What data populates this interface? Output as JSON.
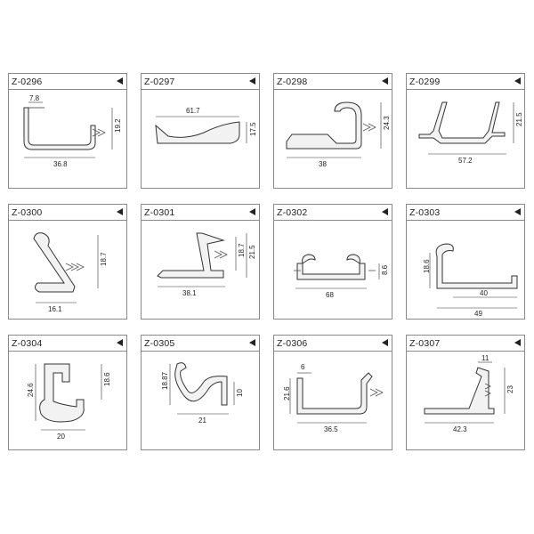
{
  "profiles": [
    {
      "code": "Z-0296",
      "dims": [
        "7.8",
        "19.2",
        "36.8"
      ]
    },
    {
      "code": "Z-0297",
      "dims": [
        "61.7",
        "17.5"
      ]
    },
    {
      "code": "Z-0298",
      "dims": [
        "24.3",
        "38"
      ]
    },
    {
      "code": "Z-0299",
      "dims": [
        "21.5",
        "57.2"
      ]
    },
    {
      "code": "Z-0300",
      "dims": [
        "18.7",
        "16.1"
      ]
    },
    {
      "code": "Z-0301",
      "dims": [
        "18.7",
        "21.5",
        "38.1"
      ]
    },
    {
      "code": "Z-0302",
      "dims": [
        "8.6",
        "68"
      ]
    },
    {
      "code": "Z-0303",
      "dims": [
        "18.6",
        "40",
        "49"
      ]
    },
    {
      "code": "Z-0304",
      "dims": [
        "24.6",
        "18.6",
        "20"
      ]
    },
    {
      "code": "Z-0305",
      "dims": [
        "18.87",
        "10",
        "21"
      ]
    },
    {
      "code": "Z-0306",
      "dims": [
        "6",
        "21.6",
        "36.5"
      ]
    },
    {
      "code": "Z-0307",
      "dims": [
        "11",
        "23",
        "42.3"
      ]
    }
  ],
  "icons": {
    "header_marker": "triangle-left-icon"
  }
}
